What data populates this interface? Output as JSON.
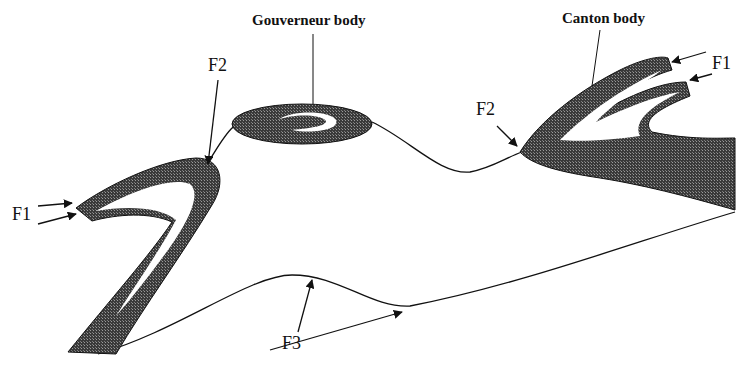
{
  "diagram": {
    "labels": [
      "Gouverneur body",
      "Canton body",
      "F2",
      "F1",
      "F2",
      "F1",
      "F3"
    ]
  }
}
